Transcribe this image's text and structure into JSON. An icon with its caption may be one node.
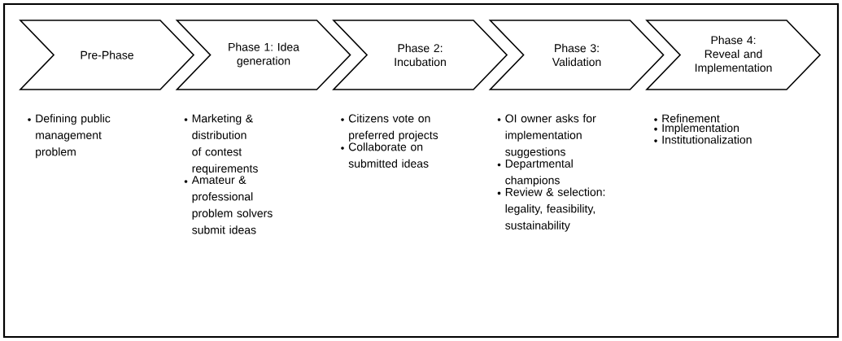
{
  "diagram": {
    "nodes": [
      {
        "text": [
          "Pre-Phase"
        ],
        "beside": [
          "Defining public management problem"
        ]
      },
      {
        "text": [
          "Phase 1: Idea generation"
        ],
        "beside": [
          "Marketing & distribution of contest requirements",
          "Amateur & professional problem solvers submit ideas"
        ]
      },
      {
        "text": [
          "Phase 2: Incubation"
        ],
        "beside": [
          "Citizens vote on preferred projects",
          "Collaborate on submitted ideas"
        ]
      },
      {
        "text": [
          "Phase 3: Validation"
        ],
        "beside": [
          "OI owner asks for implementation suggestions",
          "Departmental champions",
          "Review & selection: legality, feasibility, sustainability"
        ]
      },
      {
        "text": [
          "Phase 4: Reveal and Implementation"
        ],
        "beside": [
          "Refinement",
          "Implementation",
          "Institutionalization"
        ]
      }
    ]
  }
}
